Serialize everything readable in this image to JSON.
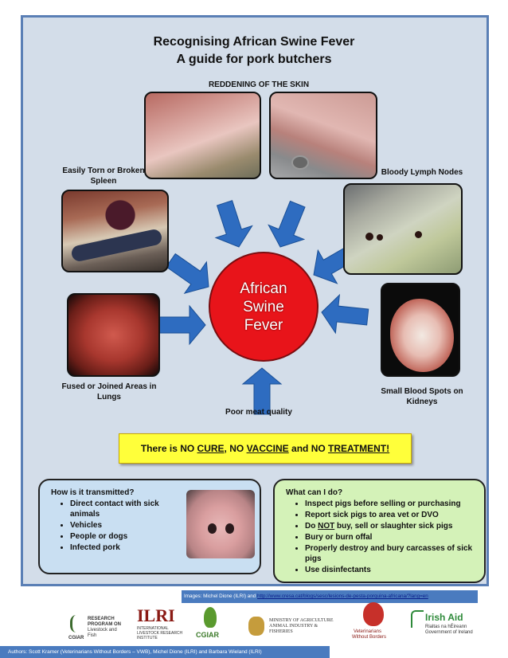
{
  "title": {
    "line1": "Recognising African Swine Fever",
    "line2": "A guide for pork butchers"
  },
  "labels": {
    "skin": "REDDENING OF THE SKIN",
    "spleen": "Easily Torn or Broken Spleen",
    "lymph": "Bloody Lymph Nodes",
    "lungs": "Fused or Joined Areas in Lungs",
    "kidneys": "Small Blood Spots on Kidneys",
    "meat": "Poor meat quality"
  },
  "center": {
    "line1": "African",
    "line2": "Swine",
    "line3": "Fever"
  },
  "banner": {
    "part1": "There is NO ",
    "cure": "CURE",
    "part2": ", NO ",
    "vaccine": "VACCINE",
    "part3": " and NO ",
    "treatment": "TREATMENT!"
  },
  "transmission": {
    "heading": "How is it transmitted?",
    "items": [
      "Direct contact with sick animals",
      "Vehicles",
      "People or dogs",
      "Infected pork"
    ]
  },
  "actions": {
    "heading": "What can I do?",
    "items": [
      "Inspect pigs before selling or purchasing",
      "Report sick pigs to area vet or DVO",
      "Do NOT buy,  sell  or slaughter sick pigs",
      "Bury or burn offal",
      "Properly destroy and bury carcasses of sick pigs",
      "Use disinfectants"
    ]
  },
  "credits": {
    "images_prefix": "Images: Michel Dione (ILRI) and ",
    "images_link": "http://www.cresa.cat/blogs/sesc/lesions-de-pesta-porquina-africana/?lang=en",
    "authors": "Authors: Scott Kramer (Veterinarians Without Borders – VWB), Michel Dione (ILRI) and Barbara Wieland (ILRI)"
  },
  "logos": {
    "cgiar_program_line1": "RESEARCH",
    "cgiar_program_line2": "PROGRAM ON",
    "cgiar_program_line3": "Livestock and Fish",
    "cgiar_program_mark": "CGIAR",
    "ilri_mark": "ILRI",
    "ilri_sub1": "INTERNATIONAL",
    "ilri_sub2": "LIVESTOCK RESEARCH",
    "ilri_sub3": "INSTITUTE",
    "cgiar_mark": "CGIAR",
    "ministry_line1": "MINISTRY OF AGRICULTURE",
    "ministry_line2": "ANIMAL INDUSTRY &",
    "ministry_line3": "FISHERIES",
    "vwb_line1": "Veterinarians",
    "vwb_line2": "Without Borders",
    "irish_aid": "Irish Aid",
    "irish_sub1": "Rialtas na hÉireann",
    "irish_sub2": "Government of Ireland"
  },
  "colors": {
    "poster_bg": "#d3dde9",
    "poster_border": "#5a7fb5",
    "arrow": "#2e6cc0",
    "center": "#e8141a",
    "banner": "#ffff3a",
    "box_left": "#c9dff2",
    "box_right": "#d4f2b8",
    "credit_bar": "#4a7bbf"
  }
}
